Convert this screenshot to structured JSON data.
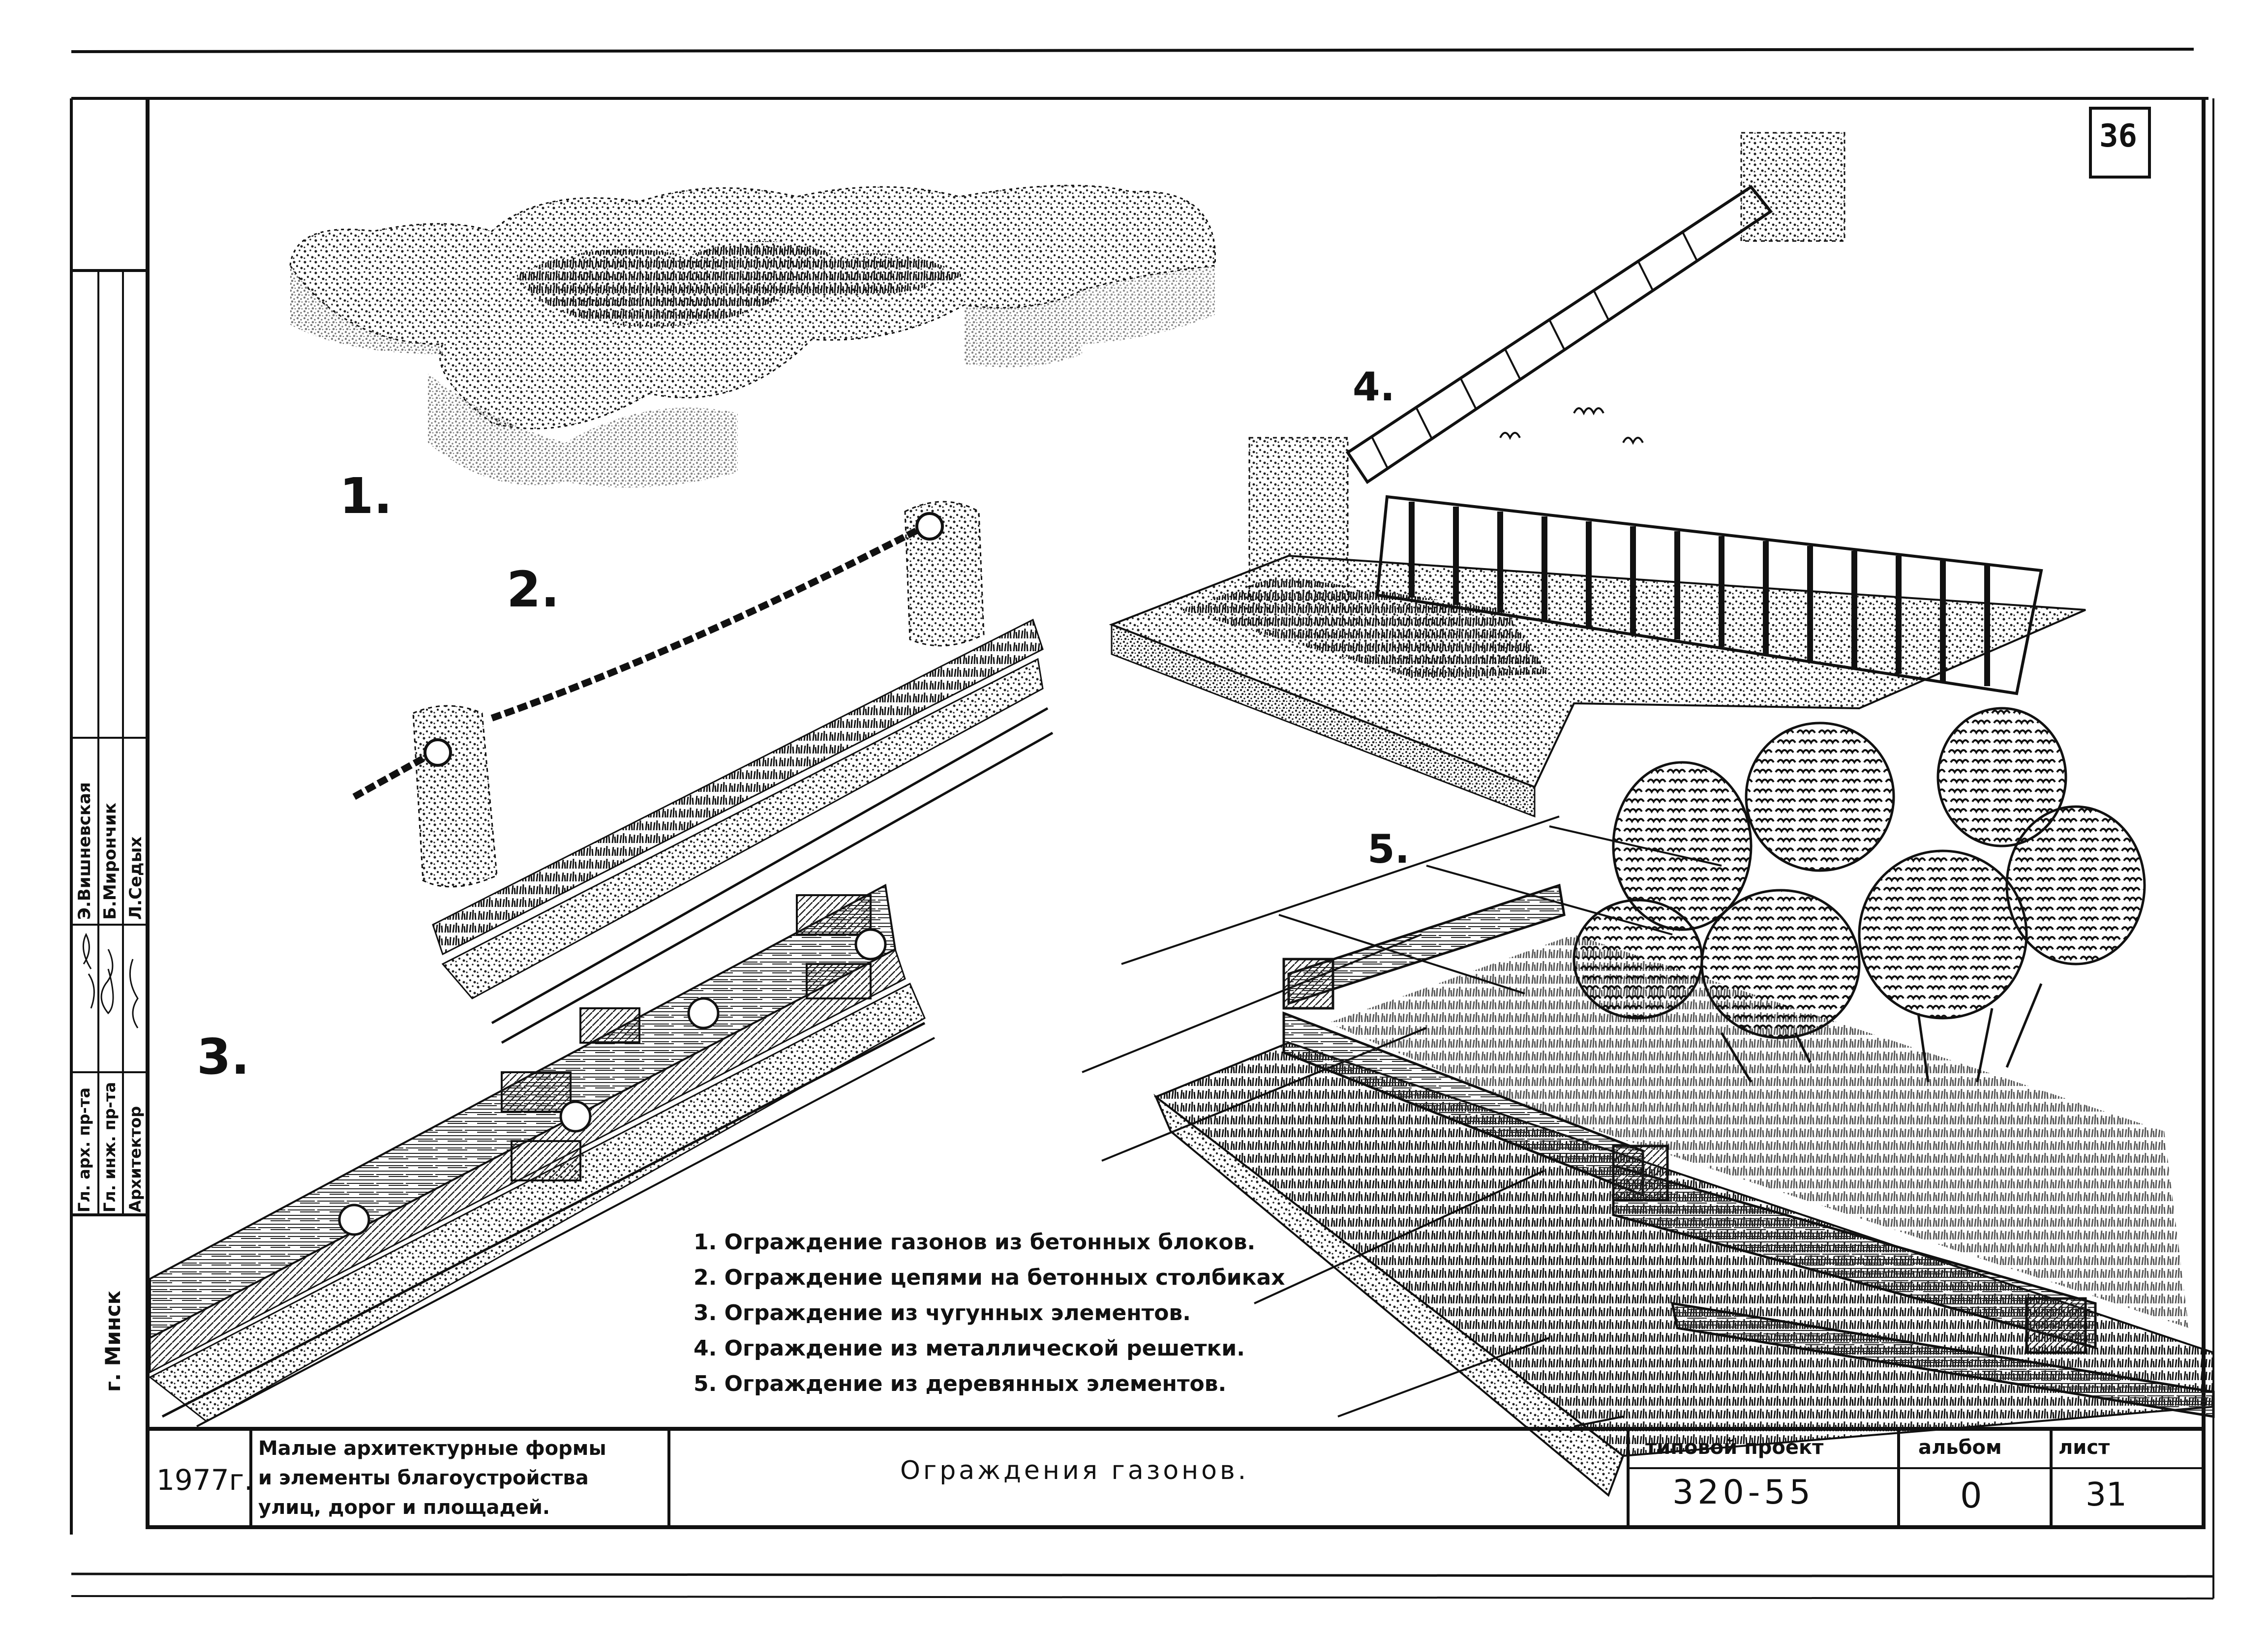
{
  "sheet": {
    "corner_number": "36",
    "legend": [
      "1. Ограждение газонов из бетонных блоков.",
      "2. Ограждение цепями на бетонных столбиках",
      "3. Ограждение из чугунных элементов.",
      "4. Ограждение из металлической решетки.",
      "5. Ограждение из деревянных элементов."
    ],
    "figure_numbers": [
      "1.",
      "2.",
      "3.",
      "4.",
      "5."
    ]
  },
  "side_stamp": {
    "roles": [
      "Гл. арх. пр-та",
      "Гл. инж. пр-та",
      "Архитектор"
    ],
    "names": [
      "Э.Вишневская",
      "Б.Мирончик",
      "Л.Седых"
    ],
    "institute": "г. Минск"
  },
  "title_block": {
    "year": "1977г.",
    "series_line1": "Малые архитектурные формы",
    "series_line2": "и элементы благоустройства",
    "series_line3": "улиц, дорог и площадей.",
    "drawing_title": "Ограждения газонов.",
    "project_label": "типовой проект",
    "project_number": "320-55",
    "album_label": "альбом",
    "album_value": "0",
    "sheet_label": "лист",
    "sheet_value": "31"
  }
}
